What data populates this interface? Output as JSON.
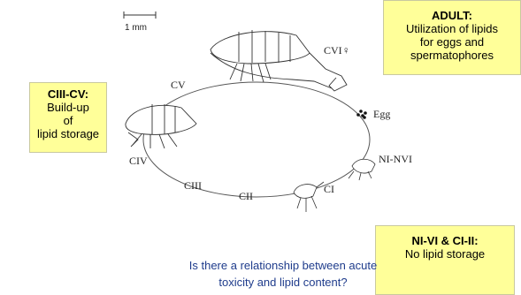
{
  "scale_bar": {
    "label": "1 mm"
  },
  "adult": {
    "title": "ADULT:",
    "lines": [
      "Utilization of lipids",
      "for eggs and",
      "spermatophores"
    ]
  },
  "ciii_cv": {
    "title": "CIII-CV:",
    "lines": [
      "Build-up",
      "of",
      "lipid storage"
    ]
  },
  "ni_ci": {
    "title": "NI-VI & CI-II:",
    "lines": [
      "No lipid storage"
    ]
  },
  "question": {
    "lines": [
      "Is there a relationship between acute",
      "toxicity and lipid content?"
    ]
  },
  "stages": {
    "cvi": "CVI♀",
    "cv": "CV",
    "civ": "CIV",
    "ciii": "CIII",
    "cii": "CII",
    "ci": "CI",
    "egg": "Egg",
    "nauplii": "NI-NVI"
  },
  "colors": {
    "box_fill": "#ffff99",
    "question_text": "#1f3c8c"
  }
}
